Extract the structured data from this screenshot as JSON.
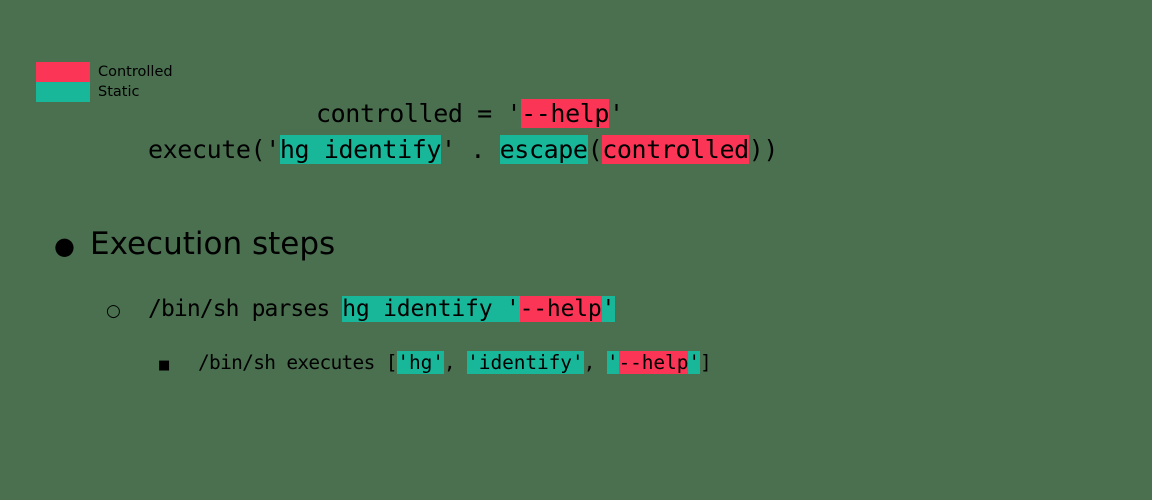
{
  "legend": {
    "items": [
      {
        "label": "Controlled",
        "color": "#fa3556",
        "kind": "controlled"
      },
      {
        "label": "Static",
        "color": "#18b79a",
        "kind": "static"
      }
    ]
  },
  "code": {
    "line1": {
      "segments": [
        {
          "text": "controlled = '",
          "hl": "none"
        },
        {
          "text": "--help",
          "hl": "controlled"
        },
        {
          "text": "'",
          "hl": "none"
        }
      ]
    },
    "line2": {
      "segments": [
        {
          "text": "execute('",
          "hl": "none"
        },
        {
          "text": "hg identify",
          "hl": "static"
        },
        {
          "text": "' . ",
          "hl": "none"
        },
        {
          "text": "escape",
          "hl": "static"
        },
        {
          "text": "(",
          "hl": "none"
        },
        {
          "text": "controlled",
          "hl": "controlled"
        },
        {
          "text": "))",
          "hl": "none"
        }
      ]
    }
  },
  "outline": {
    "level1": {
      "marker": "bullet-filled-circle",
      "marker_glyph": "●",
      "text": "Execution steps"
    },
    "level2": {
      "marker": "bullet-hollow-circle",
      "marker_glyph": "○",
      "prefix": "/bin/sh parses ",
      "segments": [
        {
          "text": "hg identify '",
          "hl": "static"
        },
        {
          "text": "--help",
          "hl": "controlled"
        },
        {
          "text": "'",
          "hl": "static"
        }
      ]
    },
    "level3": {
      "marker": "bullet-filled-square",
      "marker_glyph": "■",
      "prefix": "/bin/sh executes ",
      "segments": [
        {
          "text": "[",
          "hl": "none"
        },
        {
          "text": "'hg'",
          "hl": "static"
        },
        {
          "text": ", ",
          "hl": "none"
        },
        {
          "text": "'identify'",
          "hl": "static"
        },
        {
          "text": ", ",
          "hl": "none"
        },
        {
          "text": "'",
          "hl": "static"
        },
        {
          "text": "--help",
          "hl": "controlled"
        },
        {
          "text": "'",
          "hl": "static"
        },
        {
          "text": "]",
          "hl": "none"
        }
      ]
    }
  },
  "theme": {
    "background": "#4a7050",
    "text": "#000000",
    "controlled": "#fa3556",
    "static": "#18b79a"
  }
}
